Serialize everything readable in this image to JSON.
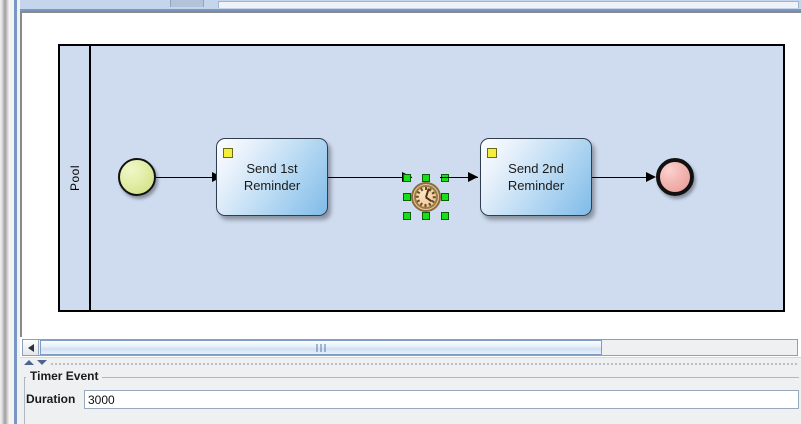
{
  "window": {
    "tabstrip": {
      "selected_tab_label": "",
      "adjacent_tab_label": ""
    }
  },
  "editor": {
    "name": "bpmn-process-diagram",
    "pool": {
      "label": "Pool"
    },
    "nodes": [
      {
        "id": "start",
        "type": "start-event",
        "label": ""
      },
      {
        "id": "task1",
        "type": "send-task",
        "label": "Send 1st\nReminder",
        "marker": "message-marker"
      },
      {
        "id": "timer",
        "type": "intermediate-timer-event",
        "label": "",
        "selected": true
      },
      {
        "id": "task2",
        "type": "send-task",
        "label": "Send 2nd\nReminder",
        "marker": "message-marker"
      },
      {
        "id": "end",
        "type": "end-event",
        "label": ""
      }
    ],
    "flows": [
      {
        "from": "start",
        "to": "task1"
      },
      {
        "from": "task1",
        "to": "timer"
      },
      {
        "from": "timer",
        "to": "task2"
      },
      {
        "from": "task2",
        "to": "end"
      }
    ],
    "colors": {
      "pool_fill": "#cfdcf0",
      "start_event_fill": "#e4efaa",
      "end_event_fill": "#f3b5b0",
      "task_fill": "#bcdcf4",
      "task_marker_fill": "#f4ef3e",
      "timer_fill": "#f2cfa3",
      "selection_handle": "#18e018"
    }
  },
  "scrollbar": {
    "left_button_icon": "triangle-left-icon",
    "grip_icon": "grip-lines-icon"
  },
  "splitter": {
    "up_icon": "triangle-up-icon",
    "down_icon": "triangle-down-icon"
  },
  "properties": {
    "group_title": "Timer Event",
    "fields": [
      {
        "label": "Duration",
        "value": "3000",
        "placeholder": ""
      }
    ]
  }
}
